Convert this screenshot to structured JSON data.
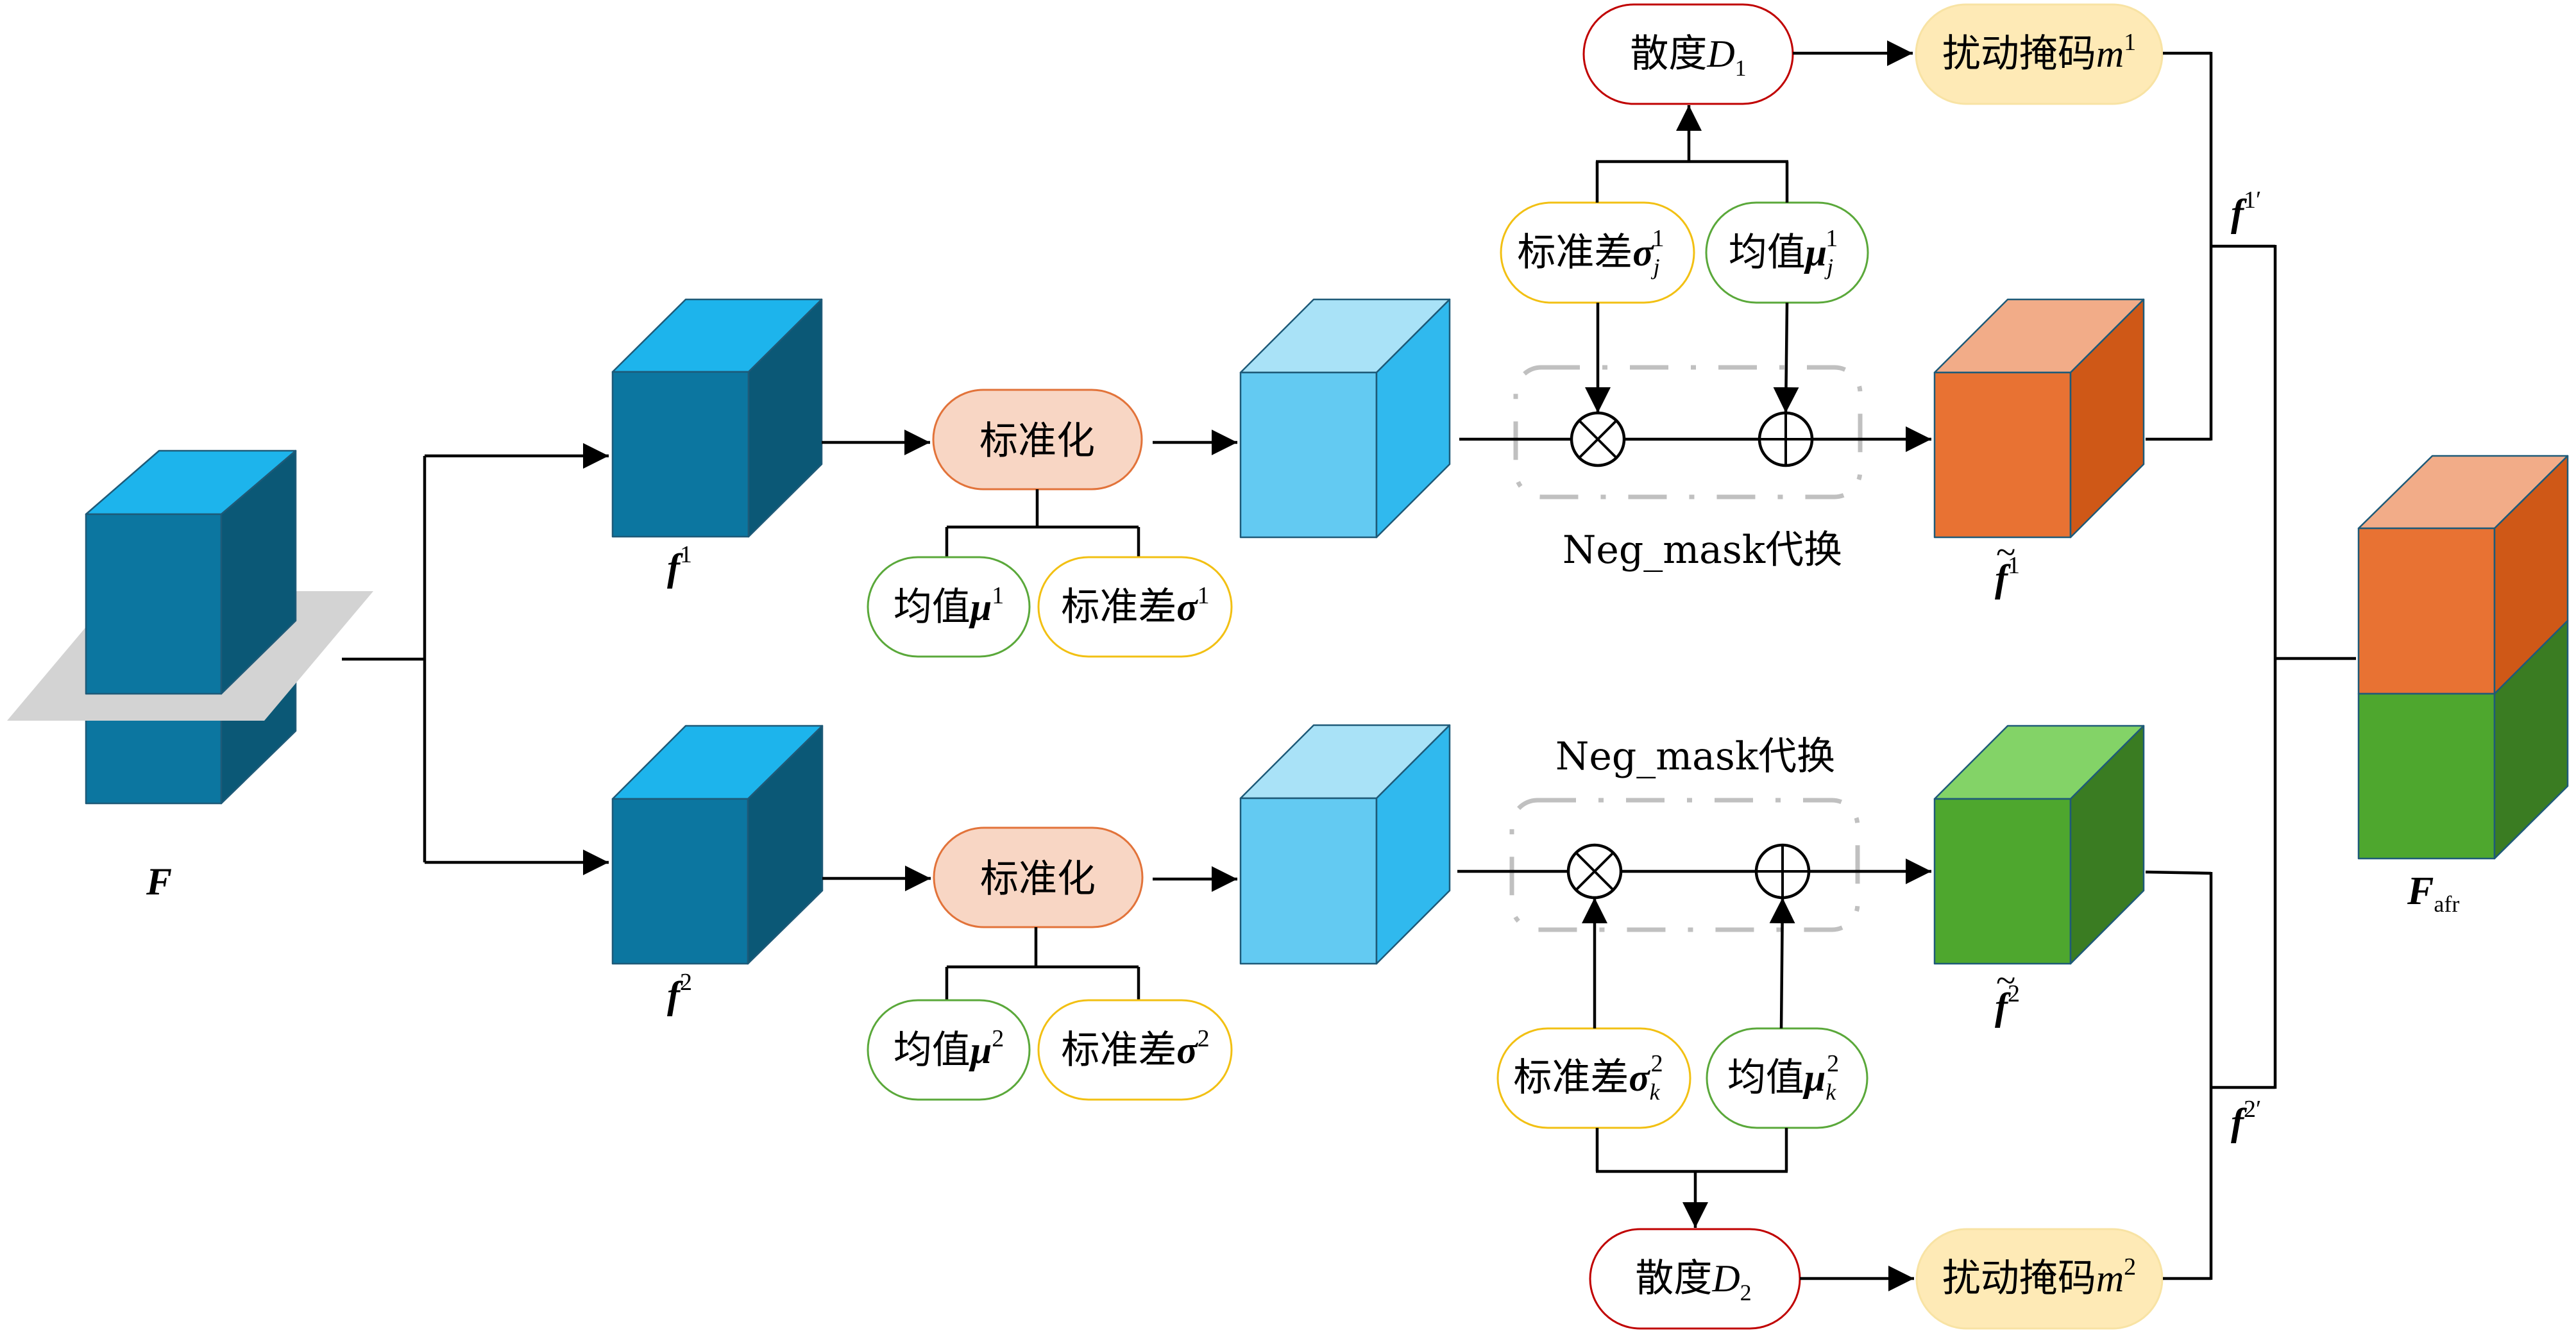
{
  "colors": {
    "input_front": "#0c76a0",
    "input_side": "#0b5876",
    "input_top": "#1db4ec",
    "split_plane": "#d3d3d3",
    "norm_front": "#63caf2",
    "norm_side": "#30b9ee",
    "norm_top": "#a9e2f7",
    "orange_front": "#e87233",
    "orange_side": "#cf5817",
    "orange_top": "#f2ac88",
    "green_front": "#4ea72e",
    "green_side": "#3a7c22",
    "green_top": "#83d367",
    "normalize_fill": "#f8d6c4",
    "normalize_border": "#e2733a",
    "mean_border": "#5aa83a",
    "std_border": "#f2c013",
    "dispersion_border": "#c00000",
    "mask_fill": "#feeab6",
    "mask_border": "#f8e3a4",
    "dashed_box": "#c0c0c0"
  },
  "input": {
    "label": "F"
  },
  "branch1": {
    "feature": {
      "base": "f",
      "sup": "1"
    },
    "normalize": "标准化",
    "mean": {
      "text": "均值",
      "symbol": "μ",
      "sup": "1"
    },
    "std": {
      "text": "标准差",
      "symbol": "σ",
      "sup": "1"
    },
    "swap_std": {
      "text": "标准差",
      "symbol": "σ",
      "sup": "1",
      "sub": "j"
    },
    "swap_mean": {
      "text": "均值",
      "symbol": "μ",
      "sup": "1",
      "sub": "j"
    },
    "neg_mask": "Neg_mask代换",
    "dispersion": {
      "text": "散度",
      "symbol": "D",
      "sub": "1"
    },
    "mask": {
      "text": "扰动掩码",
      "symbol": "m",
      "sup": "1"
    },
    "output": {
      "base": "f",
      "accent": "~",
      "sup": "1"
    },
    "merged": {
      "base": "f",
      "sup": "1′"
    }
  },
  "branch2": {
    "feature": {
      "base": "f",
      "sup": "2"
    },
    "normalize": "标准化",
    "mean": {
      "text": "均值",
      "symbol": "μ",
      "sup": "2"
    },
    "std": {
      "text": "标准差",
      "symbol": "σ",
      "sup": "2"
    },
    "swap_std": {
      "text": "标准差",
      "symbol": "σ",
      "sup": "2",
      "sub": "k"
    },
    "swap_mean": {
      "text": "均值",
      "symbol": "μ",
      "sup": "2",
      "sub": "k"
    },
    "neg_mask": "Neg_mask代换",
    "dispersion": {
      "text": "散度",
      "symbol": "D",
      "sub": "2"
    },
    "mask": {
      "text": "扰动掩码",
      "symbol": "m",
      "sup": "2"
    },
    "output": {
      "base": "f",
      "accent": "~",
      "sup": "2"
    },
    "merged": {
      "base": "f",
      "sup": "2′"
    }
  },
  "output": {
    "base": "F",
    "sub": "afr"
  },
  "operators": {
    "multiply": "⊗",
    "add": "⊕"
  }
}
